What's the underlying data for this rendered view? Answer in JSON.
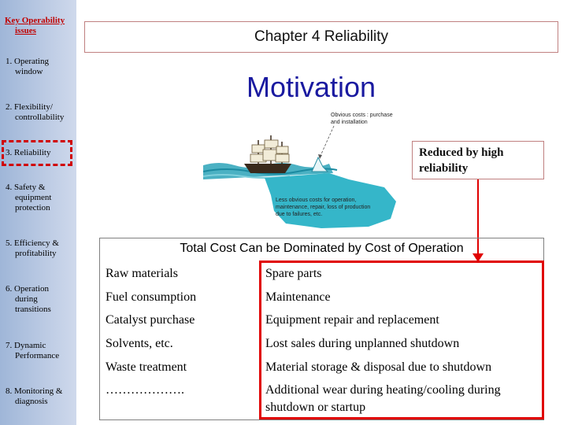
{
  "sidebar": {
    "title_line1": "Key Operability",
    "title_line2": "issues",
    "items": [
      {
        "l1": "1. Operating",
        "l2": "window"
      },
      {
        "l1": "2. Flexibility/",
        "l2": "controllability"
      },
      {
        "l1": "3. Reliability"
      },
      {
        "l1": "4. Safety &",
        "l2": "equipment",
        "l3": "protection"
      },
      {
        "l1": "5. Efficiency &",
        "l2": "profitability"
      },
      {
        "l1": "6. Operation",
        "l2": "during",
        "l3": "transitions"
      },
      {
        "l1": "7. Dynamic",
        "l2": "Performance"
      },
      {
        "l1": "8. Monitoring &",
        "l2": "diagnosis"
      }
    ]
  },
  "header": {
    "chapter": "Chapter 4 Reliability",
    "motivation": "Motivation"
  },
  "illustration": {
    "obvious_line1": "Obvious costs : purchase",
    "obvious_line2": "and installation",
    "less_line1": "Less obvious costs for operation,",
    "less_line2": "maintenance, repair, loss of production",
    "less_line3": "due to failures, etc."
  },
  "callout": {
    "line1": "Reduced by high",
    "line2": "reliability"
  },
  "table": {
    "title": "Total Cost Can be Dominated by Cost of Operation",
    "rows": [
      {
        "left": "Raw materials",
        "right": "Spare parts"
      },
      {
        "left": "Fuel consumption",
        "right": "Maintenance"
      },
      {
        "left": "Catalyst purchase",
        "right": "Equipment repair and replacement"
      },
      {
        "left": "Solvents, etc.",
        "right": "Lost sales during unplanned shutdown"
      },
      {
        "left": "Waste treatment",
        "right": "Material storage & disposal due to shutdown"
      },
      {
        "left": "……………….",
        "right": "Additional wear during heating/cooling during shutdown or startup"
      }
    ]
  },
  "colors": {
    "accent_red": "#e00000",
    "motivation_blue": "#1a1aa0",
    "sidebar_blue": "#b0c4e2"
  }
}
